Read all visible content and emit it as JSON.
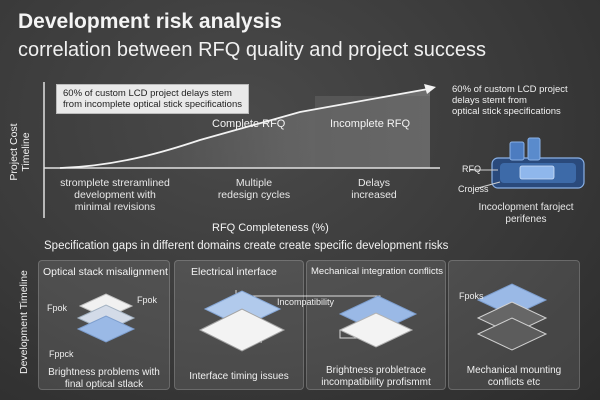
{
  "header": {
    "title": "Development risk analysis",
    "subtitle": "correlation between RFQ quality and project success"
  },
  "top_chart": {
    "y_axis_label": [
      "Project Cost",
      "Timeline"
    ],
    "x_axis_label": "RFQ Completeness (%)",
    "callout_left": [
      "60% of custom LCD project delays stem",
      "from incomplete optical stick specifications"
    ],
    "callout_right": [
      "60% of custom LCD project",
      "delays stemt from",
      "optical stick specifications"
    ],
    "curve_labels": {
      "complete": "Complete RFQ",
      "incomplete": "Incomplete RFQ"
    },
    "bottom_labels": [
      [
        "stromplete streramlined",
        "development with",
        "minimal revisions"
      ],
      [
        "Multiple",
        "redesign cycles"
      ],
      [
        "Delays",
        "increased"
      ]
    ],
    "device_labels": {
      "rfq": "RFQ",
      "crojess": "Crojess",
      "caption": [
        "Incoclopment faroject",
        "perifenes"
      ]
    }
  },
  "section_heading": "Specification gaps in different domains create create specific development risks",
  "bottom_axis_label": "Development Timeline",
  "panels": [
    {
      "title": "Optical stack misalignment",
      "layer_labels": [
        "Fpok",
        "Fpok",
        "Fppck"
      ],
      "caption": [
        "Brightness problems with",
        "final optical stlack"
      ]
    },
    {
      "title": "Electrical interface",
      "layer_labels": [],
      "caption": [
        "Interface timing issues"
      ]
    },
    {
      "title": "Mechanical integration conflicts",
      "layer_labels": [
        "Incompatibility"
      ],
      "caption": [
        "Brightness probletrace",
        "incompatibility profismmt"
      ]
    },
    {
      "title": "",
      "layer_labels": [
        "Fpoks"
      ],
      "caption": [
        "Mechanical mounting",
        "conflicts etc"
      ]
    }
  ],
  "colors": {
    "accent_blue": "#7fa9e0",
    "callout_bg": "#e9e9e9",
    "background": "#3a3a3a"
  }
}
